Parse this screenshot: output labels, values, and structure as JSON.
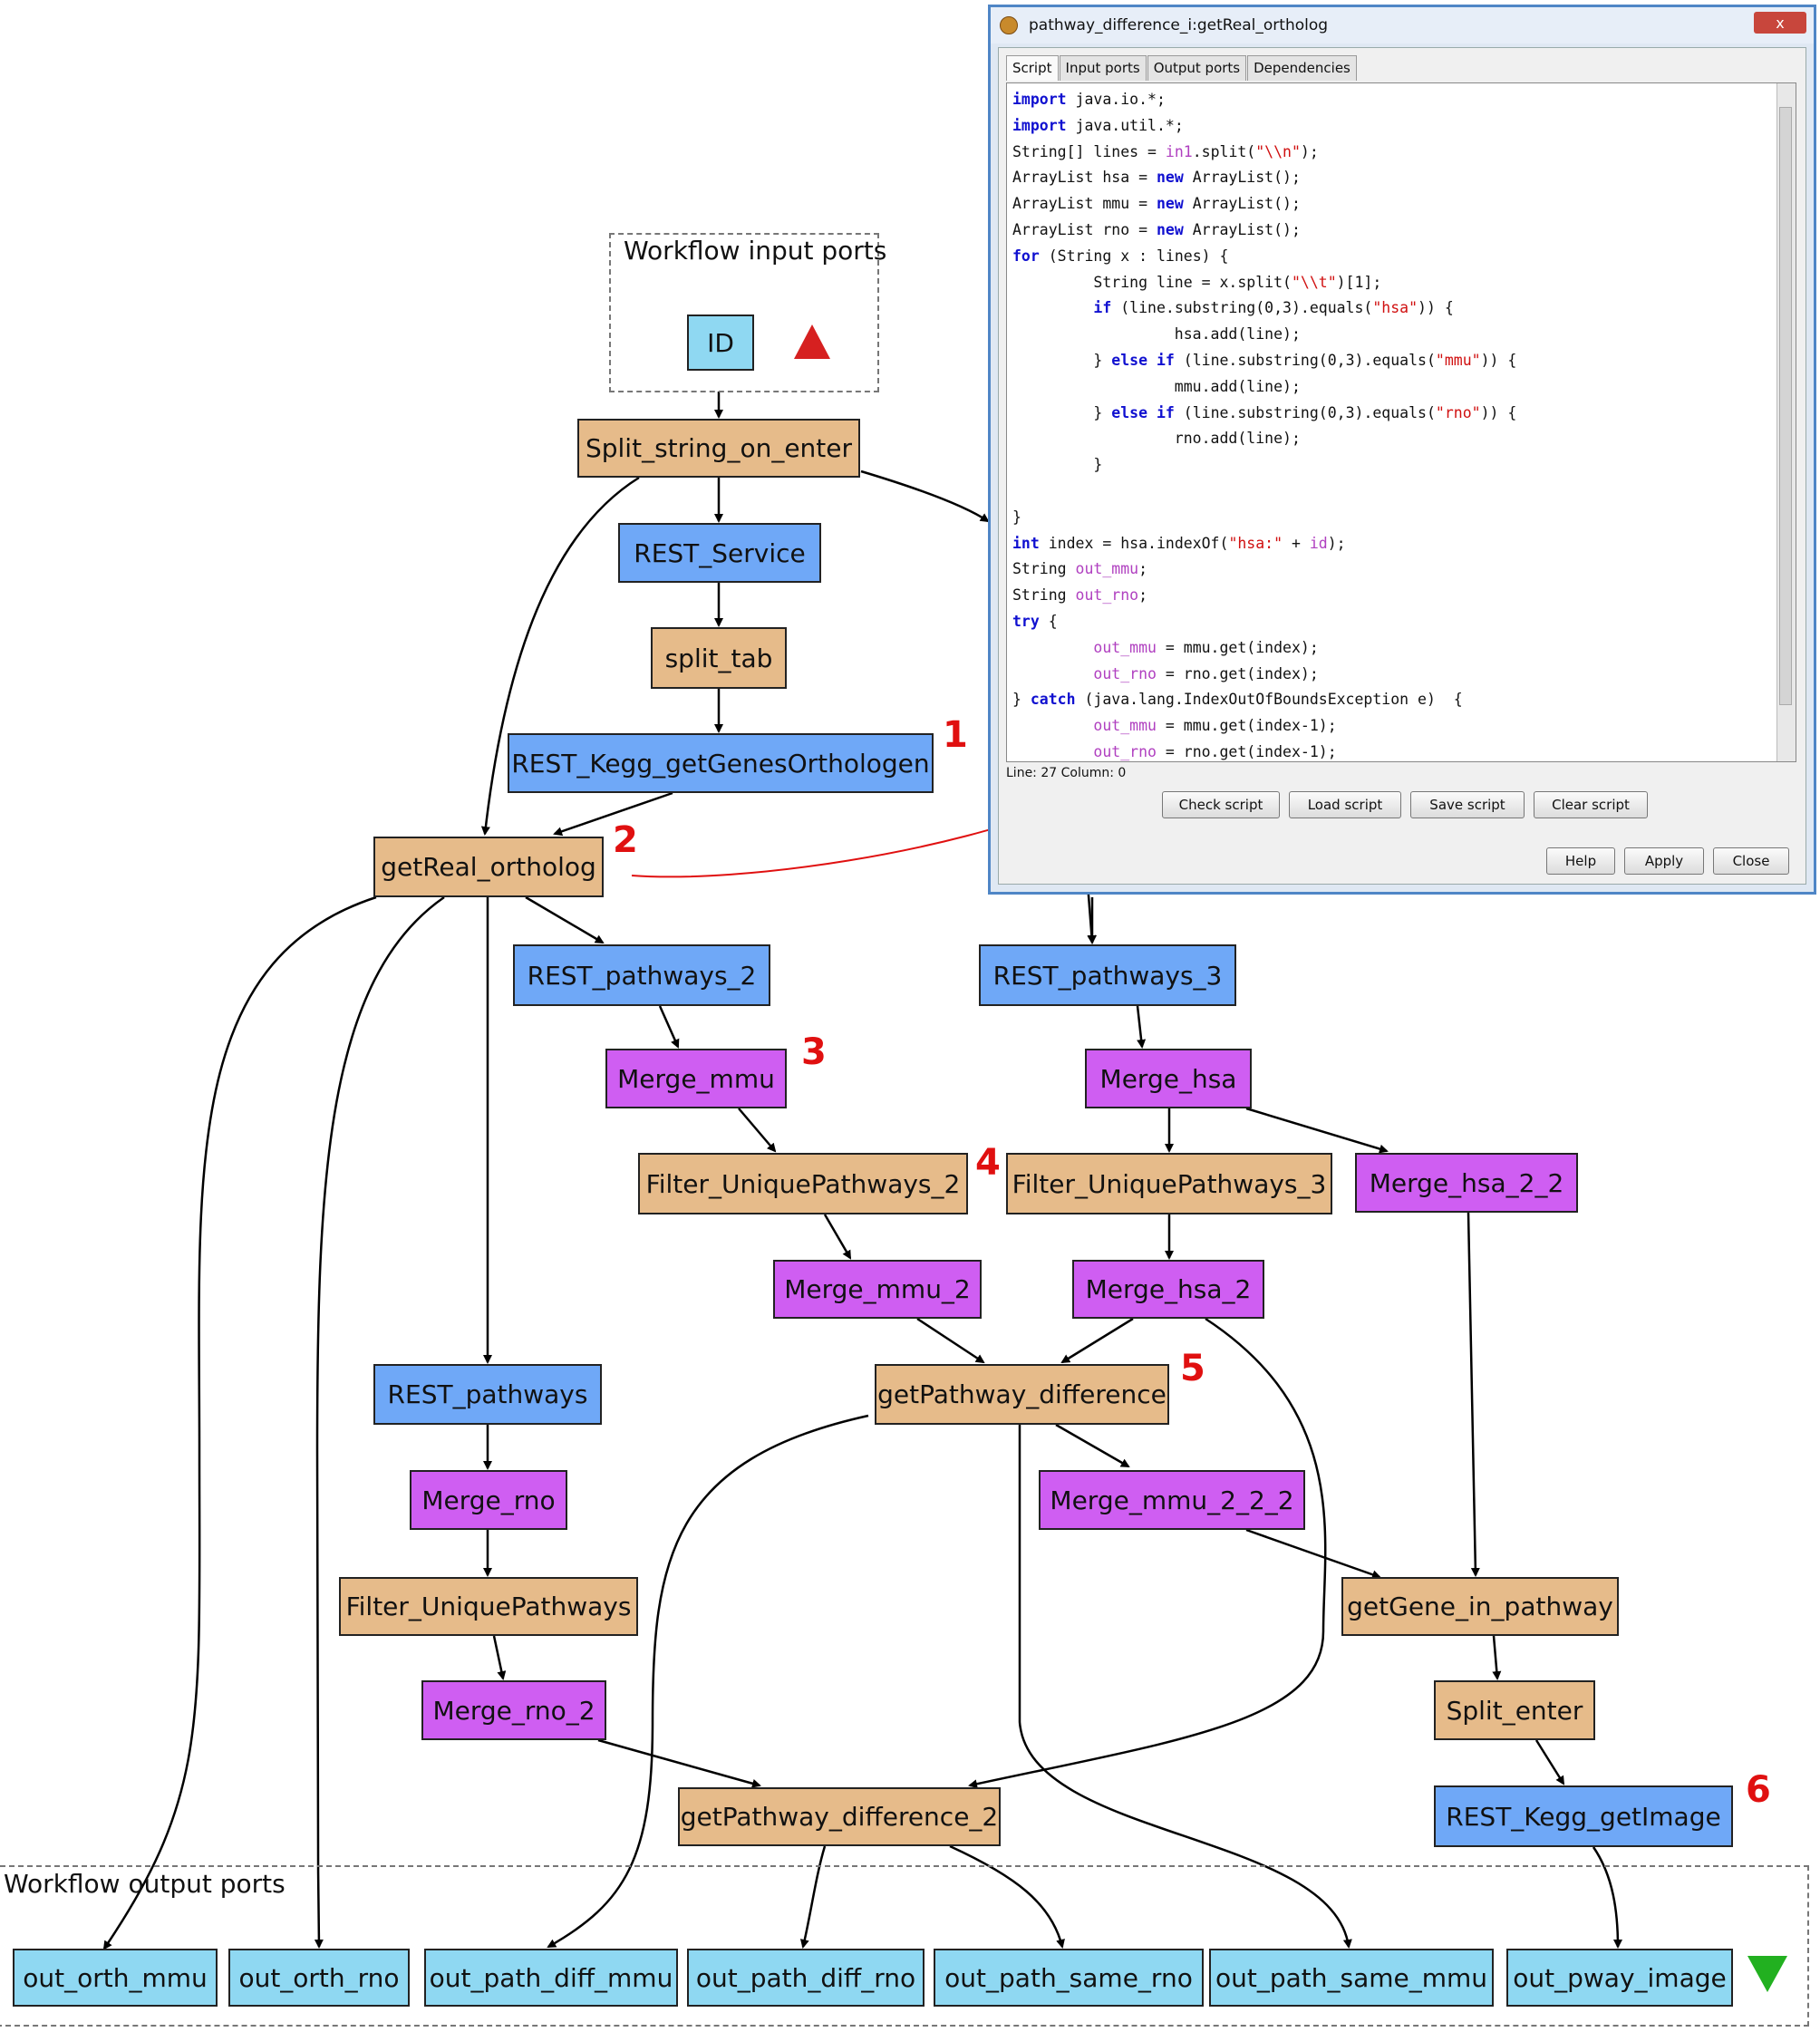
{
  "workflow": {
    "input_ports_label": "Workflow input ports",
    "output_ports_label": "Workflow output ports",
    "input_port": "ID",
    "processors": {
      "split_string_on_enter": "Split_string_on_enter",
      "rest_service": "REST_Service",
      "split_tab": "split_tab",
      "rest_kegg_getgenesorthologen": "REST_Kegg_getGenesOrthologen",
      "getreal_ortholog": "getReal_ortholog",
      "rest_pathways_2": "REST_pathways_2",
      "rest_pathways_3": "REST_pathways_3",
      "merge_mmu": "Merge_mmu",
      "merge_hsa": "Merge_hsa",
      "filter_uniquepathways_2": "Filter_UniquePathways_2",
      "filter_uniquepathways_3": "Filter_UniquePathways_3",
      "merge_hsa_2_2": "Merge_hsa_2_2",
      "merge_mmu_2": "Merge_mmu_2",
      "merge_hsa_2": "Merge_hsa_2",
      "getpathway_difference": "getPathway_difference",
      "rest_pathways": "REST_pathways",
      "merge_mmu_2_2_2": "Merge_mmu_2_2_2",
      "merge_rno": "Merge_rno",
      "filter_uniquepathways": "Filter_UniquePathways",
      "getgene_in_pathway": "getGene_in_pathway",
      "merge_rno_2": "Merge_rno_2",
      "split_enter": "Split_enter",
      "getpathway_difference_2": "getPathway_difference_2",
      "rest_kegg_getimage": "REST_Kegg_getImage"
    },
    "output_ports": [
      "out_orth_mmu",
      "out_orth_rno",
      "out_path_diff_mmu",
      "out_path_diff_rno",
      "out_path_same_rno",
      "out_path_same_mmu",
      "out_pway_image"
    ],
    "annotations": [
      "1",
      "2",
      "3",
      "4",
      "5",
      "6"
    ]
  },
  "dialog": {
    "title": "pathway_difference_i:getReal_ortholog",
    "close": "x",
    "tabs": [
      "Script",
      "Input ports",
      "Output ports",
      "Dependencies"
    ],
    "status": "Line: 27 Column: 0",
    "buttons": {
      "check": "Check script",
      "load": "Load script",
      "save": "Save script",
      "clear": "Clear script",
      "help": "Help",
      "apply": "Apply",
      "close": "Close"
    }
  },
  "colors": {
    "processor_beanshell": "#e6bb8a",
    "processor_rest": "#6fa8f7",
    "processor_merge": "#cf5ef2",
    "port": "#8fd8f2",
    "annotation": "#e01010",
    "input_marker": "#d62020",
    "output_marker": "#22b020"
  },
  "icons": {
    "input_marker": "red-triangle-up-icon",
    "output_marker": "green-triangle-down-icon",
    "dialog_icon": "taverna-icon"
  }
}
